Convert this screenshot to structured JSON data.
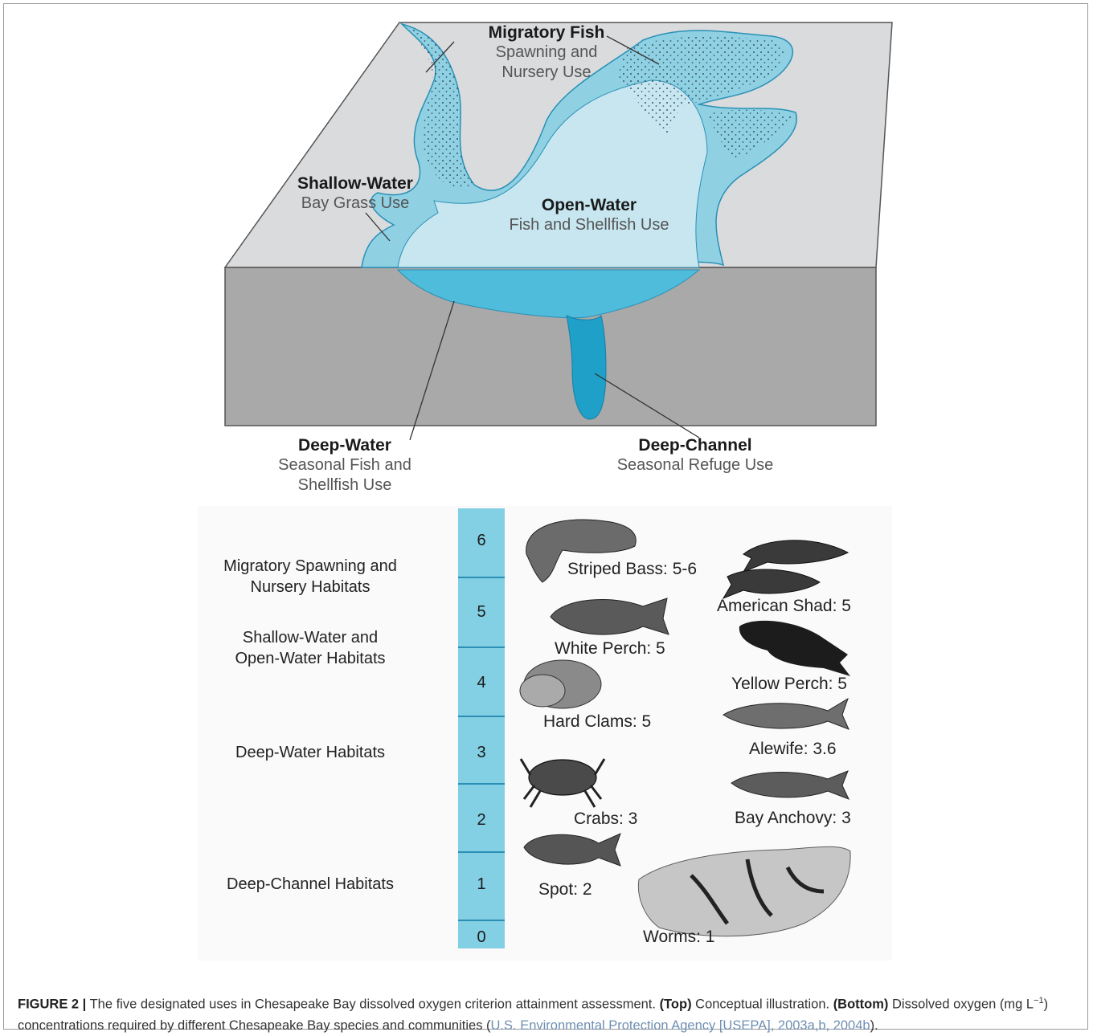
{
  "diagram": {
    "labels": {
      "migratory": {
        "title": "Migratory Fish",
        "sub": [
          "Spawning and",
          "Nursery Use"
        ]
      },
      "shallow": {
        "title": "Shallow-Water",
        "sub": [
          "Bay Grass Use"
        ]
      },
      "open": {
        "title": "Open-Water",
        "sub": [
          "Fish and Shellfish Use"
        ]
      },
      "deep_water": {
        "title": "Deep-Water",
        "sub": [
          "Seasonal Fish and",
          "Shellfish Use"
        ]
      },
      "deep_channel": {
        "title": "Deep-Channel",
        "sub": [
          "Seasonal Refuge Use"
        ]
      }
    },
    "colors": {
      "land_top": "#d9dbdd",
      "block_front": "#a9a9a9",
      "block_top_edge": "#c8c9cb",
      "shallow_water": "#8fd0e3",
      "open_water": "#c7e6f0",
      "deep_water": "#4fbcdc",
      "deep_channel": "#1ea0c9",
      "scale_fill": "#83cfe3"
    }
  },
  "habitats": [
    "Migratory Spawning and\nNursery Habitats",
    "Shallow-Water and\nOpen-Water Habitats",
    "Deep-Water Habitats",
    "Deep-Channel Habitats"
  ],
  "scale": {
    "ticks": [
      "6",
      "5",
      "4",
      "3",
      "2",
      "1",
      "0"
    ]
  },
  "species": [
    {
      "label": "Striped Bass: 5-6",
      "icon": "fish-icon"
    },
    {
      "label": "American Shad: 5",
      "icon": "fish-icon"
    },
    {
      "label": "White Perch: 5",
      "icon": "fish-icon"
    },
    {
      "label": "Yellow Perch: 5",
      "icon": "fish-icon"
    },
    {
      "label": "Hard Clams: 5",
      "icon": "clam-icon"
    },
    {
      "label": "Alewife: 3.6",
      "icon": "fish-icon"
    },
    {
      "label": "Crabs: 3",
      "icon": "crab-icon"
    },
    {
      "label": "Bay Anchovy: 3",
      "icon": "fish-icon"
    },
    {
      "label": "Spot: 2",
      "icon": "fish-icon"
    },
    {
      "label": "Worms: 1",
      "icon": "worm-icon"
    }
  ],
  "caption": {
    "figure_label": "FIGURE 2 |",
    "text1": " The five designated uses in Chesapeake Bay dissolved oxygen criterion attainment assessment. ",
    "top_label": "(Top)",
    "text2": " Conceptual illustration. ",
    "bottom_label": "(Bottom)",
    "text3": " Dissolved oxygen (mg L",
    "superscript": "−1",
    "text4": ") concentrations required by different Chesapeake Bay species and communities (",
    "reference": "U.S. Environmental Protection Agency [USEPA], 2003a,b, 2004b",
    "text5": ")."
  }
}
